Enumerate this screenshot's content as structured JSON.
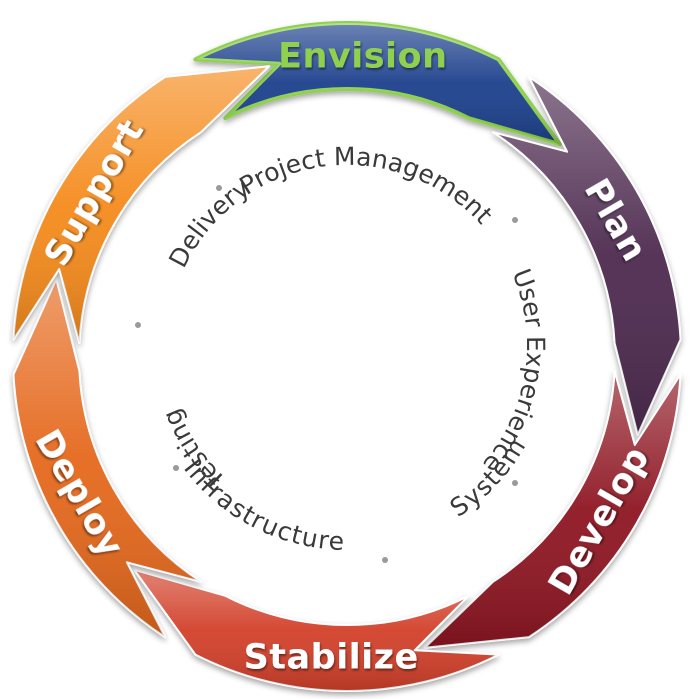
{
  "phases": [
    {
      "id": "envision",
      "label": "Envision",
      "fill": "#1f3f8c",
      "stroke": "#8fd14f",
      "text_color": "#8fd14f"
    },
    {
      "id": "plan",
      "label": "Plan",
      "fill": "#4d2a4f",
      "stroke": "#ffffff",
      "text_color": "#ffffff"
    },
    {
      "id": "develop",
      "label": "Develop",
      "fill": "#8e1420",
      "stroke": "#ffffff",
      "text_color": "#ffffff"
    },
    {
      "id": "stabilize",
      "label": "Stabilize",
      "fill": "#d2402c",
      "stroke": "#ffffff",
      "text_color": "#ffffff"
    },
    {
      "id": "deploy",
      "label": "Deploy",
      "fill": "#e5681d",
      "stroke": "#ffffff",
      "text_color": "#ffffff"
    },
    {
      "id": "support",
      "label": "Support",
      "fill": "#f58b1f",
      "stroke": "#ffffff",
      "text_color": "#ffffff"
    }
  ],
  "disciplines": [
    "Project Management",
    "User Experience",
    "System",
    "Infrastructure",
    "Testing",
    "Delivery"
  ]
}
